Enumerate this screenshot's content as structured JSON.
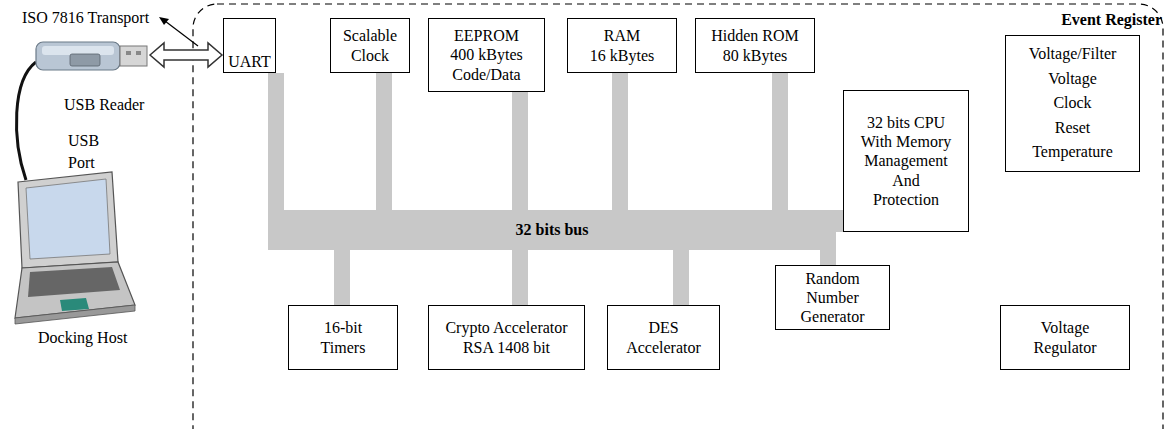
{
  "diagram": {
    "nodes": [
      {
        "text": [
          "UART"
        ]
      },
      {
        "text": [
          "Scalable Clock"
        ]
      },
      {
        "text": [
          "EEPROM",
          "400 kBytes",
          "Code/Data"
        ]
      },
      {
        "text": [
          "RAM",
          "16 kBytes"
        ]
      },
      {
        "text": [
          "Hidden ROM",
          "80 kBytes"
        ]
      },
      {
        "text": [
          "Event Register",
          "Voltage/Filter",
          "Voltage",
          "Clock",
          "Reset",
          "Temperature"
        ]
      },
      {
        "text": [
          "32 bits CPU With Memory Management And Protection"
        ]
      },
      {
        "text": [
          "32 bits bus"
        ]
      },
      {
        "text": [
          "16-bit Timers"
        ]
      },
      {
        "text": [
          "Crypto Accelerator",
          "RSA 1408 bit"
        ]
      },
      {
        "text": [
          "DES Accelerator"
        ]
      },
      {
        "text": [
          "Random Number Generator"
        ]
      },
      {
        "text": [
          "Voltage Regulator"
        ]
      }
    ],
    "edges": [
      {
        "from": 0,
        "to": 7,
        "arrow": "none"
      },
      {
        "from": 1,
        "to": 7,
        "arrow": "none"
      },
      {
        "from": 2,
        "to": 7,
        "arrow": "none"
      },
      {
        "from": 3,
        "to": 7,
        "arrow": "none"
      },
      {
        "from": 4,
        "to": 7,
        "arrow": "none"
      },
      {
        "from": 6,
        "to": 7,
        "arrow": "none"
      },
      {
        "from": 7,
        "to": 8,
        "arrow": "none"
      },
      {
        "from": 7,
        "to": 9,
        "arrow": "none"
      },
      {
        "from": 7,
        "to": 10,
        "arrow": "none"
      },
      {
        "from": 7,
        "to": 11,
        "arrow": "none"
      }
    ],
    "labels": [
      "ISO 7816 Transport",
      "USB Reader",
      "USB Port",
      "Docking Host"
    ]
  }
}
